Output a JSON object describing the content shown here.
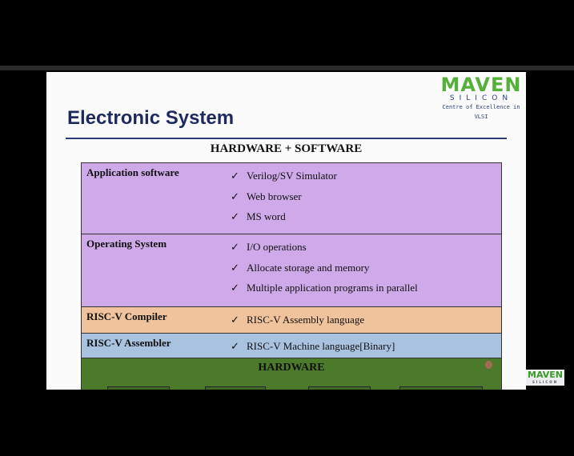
{
  "slide": {
    "title": "Electronic System",
    "subtitle": "HARDWARE + SOFTWARE",
    "logo": {
      "main": "MAVEN",
      "sub": "SILICON",
      "tagline": "Centre of Excellence in VLSI"
    },
    "rows": [
      {
        "label": "Application software",
        "color": "#cfa9e8",
        "items": [
          "Verilog/SV Simulator",
          "Web browser",
          "MS word"
        ]
      },
      {
        "label": "Operating System",
        "color": "#cfa9e8",
        "items": [
          "I/O operations",
          "Allocate storage and memory",
          "Multiple application programs in parallel"
        ]
      },
      {
        "label": "RISC-V Compiler",
        "color": "#efc39c",
        "items": [
          "RISC-V Assembly language"
        ]
      },
      {
        "label": "RISC-V Assembler",
        "color": "#a9c2e0",
        "items": [
          "RISC-V Machine language[Binary]"
        ]
      }
    ],
    "hardware": {
      "label": "HARDWARE",
      "color": "#4a7a2a"
    },
    "check": "✓"
  },
  "watermark": {
    "main": "MAVEN",
    "sub": "SILICON"
  }
}
